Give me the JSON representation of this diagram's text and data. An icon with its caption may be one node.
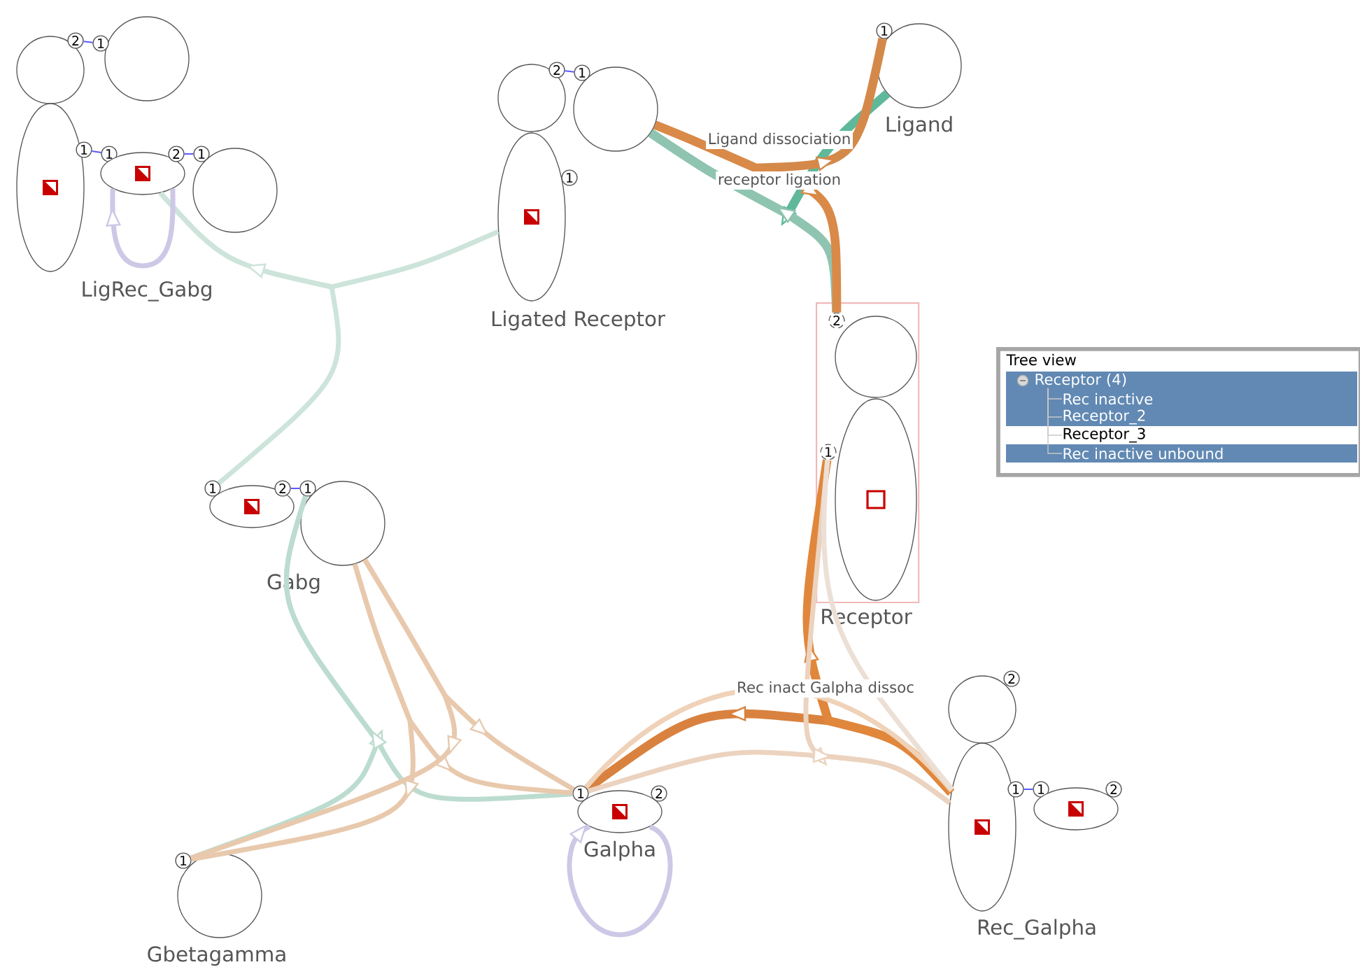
{
  "diagram": {
    "nodes": [
      {
        "text": [],
        "shape": "circle"
      },
      {
        "text": [],
        "shape": "circle"
      },
      {
        "text": [
          "2"
        ]
      },
      {
        "text": [
          "1"
        ]
      },
      {
        "text": [],
        "shape": "ellipse"
      },
      {
        "text": [
          "1"
        ]
      },
      {
        "text": [
          "1"
        ]
      },
      {
        "text": [],
        "shape": "ellipse"
      },
      {
        "text": [
          "2"
        ]
      },
      {
        "text": [
          "1"
        ]
      },
      {
        "text": [],
        "shape": "circle"
      },
      {
        "text": [],
        "shape": "circle"
      },
      {
        "text": [],
        "shape": "circle"
      },
      {
        "text": [
          "2"
        ]
      },
      {
        "text": [
          "1"
        ]
      },
      {
        "text": [],
        "shape": "ellipse",
        "beside": [
          "Ligated Receptor"
        ]
      },
      {
        "text": [
          "1"
        ]
      },
      {
        "text": [],
        "shape": "circle",
        "beside": [
          "Ligand"
        ]
      },
      {
        "text": [
          "1"
        ]
      },
      {
        "text": [
          "Receptor"
        ]
      },
      {
        "text": [],
        "shape": "circle",
        "in": 19
      },
      {
        "text": [
          "2"
        ],
        "in": 19
      },
      {
        "text": [],
        "shape": "ellipse",
        "in": 19
      },
      {
        "text": [
          "1"
        ],
        "in": 19
      },
      {
        "text": [
          "Tree view"
        ]
      },
      {
        "text": [
          "Receptor (4)"
        ],
        "in": 24
      },
      {
        "text": [
          "Rec inactive"
        ],
        "in": 24
      },
      {
        "text": [
          "Receptor_2"
        ],
        "in": 24
      },
      {
        "text": [
          "Receptor_3"
        ],
        "in": 24
      },
      {
        "text": [
          "Rec inactive unbound"
        ],
        "in": 24
      },
      {
        "text": [
          "1"
        ]
      },
      {
        "text": [],
        "shape": "ellipse"
      },
      {
        "text": [
          "2"
        ]
      },
      {
        "text": [
          "1"
        ]
      },
      {
        "text": [],
        "shape": "circle",
        "beside": [
          "Gabg"
        ]
      },
      {
        "text": [
          "1"
        ]
      },
      {
        "text": [],
        "shape": "circle",
        "beside": [
          "Gbetagamma"
        ]
      },
      {
        "text": [
          "1"
        ]
      },
      {
        "text": [],
        "shape": "ellipse",
        "beside": [
          "Galpha"
        ]
      },
      {
        "text": [
          "2"
        ]
      },
      {
        "text": [],
        "shape": "circle"
      },
      {
        "text": [
          "2"
        ]
      },
      {
        "text": [],
        "shape": "ellipse",
        "beside": [
          "Rec_Galpha"
        ]
      },
      {
        "text": [
          "1"
        ]
      },
      {
        "text": [
          "1"
        ]
      },
      {
        "text": [],
        "shape": "ellipse"
      },
      {
        "text": [
          "2"
        ]
      }
    ],
    "edges": [
      {
        "from": 2,
        "to": 3,
        "arrow": "none"
      },
      {
        "from": 5,
        "to": 6,
        "arrow": "none"
      },
      {
        "from": 8,
        "to": 9,
        "arrow": "none"
      },
      {
        "from": 13,
        "to": 14,
        "arrow": "none"
      },
      {
        "from": 32,
        "to": 33,
        "arrow": "none"
      },
      {
        "from": 43,
        "to": 44,
        "arrow": "none"
      },
      {
        "from": 17,
        "to": 12,
        "arrow": "to",
        "label": "receptor ligation",
        "style": "thick",
        "color": "#5fb89a"
      },
      {
        "from": 21,
        "to": 12,
        "arrow": "to",
        "style": "thick",
        "color": "#8fc4b0"
      },
      {
        "from": 12,
        "to": 18,
        "arrow": "to",
        "label": "Ligand dissociation",
        "style": "thick",
        "color": "#d4894a"
      },
      {
        "from": 12,
        "to": 21,
        "arrow": "to",
        "style": "thick",
        "color": "#d98a48"
      },
      {
        "from": 15,
        "to": 7,
        "arrow": "to",
        "color": "#cde4da"
      },
      {
        "from": 30,
        "to": 7,
        "arrow": "to",
        "color": "#cde4da"
      },
      {
        "from": 7,
        "to": 7,
        "arrow": "to",
        "color": "#cdc8e6"
      },
      {
        "from": 35,
        "to": 33,
        "arrow": "to",
        "color": "#bcdccf"
      },
      {
        "from": 37,
        "to": 33,
        "arrow": "to",
        "color": "#bcdccf"
      },
      {
        "from": 34,
        "to": 35,
        "arrow": "to",
        "color": "#e8c9ad"
      },
      {
        "from": 34,
        "to": 37,
        "arrow": "to",
        "color": "#e8c9ad"
      },
      {
        "from": 34,
        "to": 35,
        "arrow": "to",
        "color": "#e8c9ad"
      },
      {
        "from": 34,
        "to": 37,
        "arrow": "to",
        "color": "#e8c9ad"
      },
      {
        "from": 38,
        "to": 38,
        "arrow": "to",
        "color": "#cdc8e6"
      },
      {
        "from": 42,
        "to": 37,
        "arrow": "to",
        "label": "Rec inact Galpha dissoc",
        "style": "thick",
        "color": "#d9823f"
      },
      {
        "from": 42,
        "to": 23,
        "arrow": "to",
        "style": "thick",
        "color": "#e0873c"
      },
      {
        "from": 23,
        "to": 42,
        "arrow": "to",
        "color": "#ecd3bf"
      },
      {
        "from": 37,
        "to": 42,
        "arrow": "to",
        "color": "#ecd3bf"
      },
      {
        "from": 42,
        "to": 37,
        "arrow": "none",
        "color": "#efd2b8"
      },
      {
        "from": 42,
        "to": 23,
        "arrow": "none",
        "color": "#ece0d6"
      },
      {
        "from": 25,
        "to": 26,
        "arrow": "none",
        "color": "#c8c8c8"
      },
      {
        "from": 25,
        "to": 27,
        "arrow": "none",
        "color": "#c8c8c8"
      },
      {
        "from": 25,
        "to": 28,
        "arrow": "none",
        "color": "#c8c8c8"
      },
      {
        "from": 25,
        "to": 29,
        "arrow": "none",
        "color": "#c8c8c8"
      }
    ],
    "labels": [
      "LigRec_Gabg"
    ]
  }
}
